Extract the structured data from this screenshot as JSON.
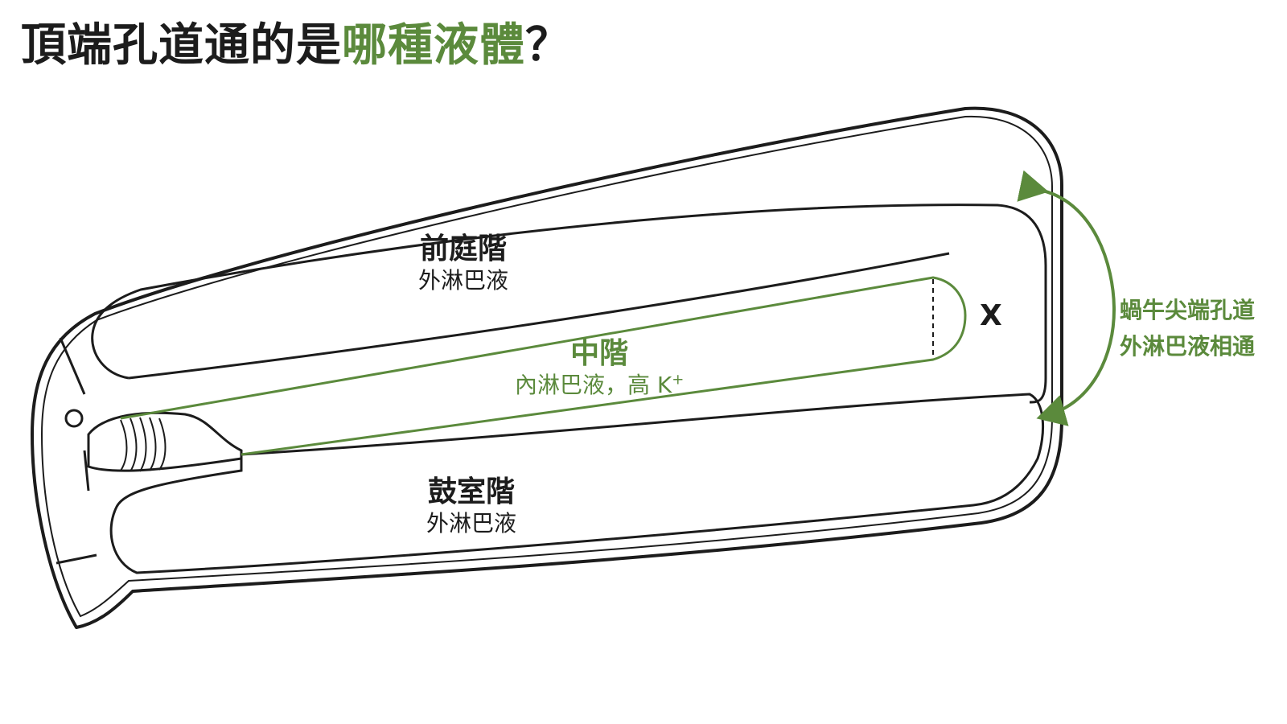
{
  "title": {
    "main": "頂端孔道通的是",
    "highlight": "哪種液體",
    "end": "？"
  },
  "scala_vestibuli": {
    "name": "前庭階",
    "fluid": "外淋巴液"
  },
  "scala_media": {
    "name": "中階",
    "fluid": "內淋巴液，高 K",
    "sup": "+"
  },
  "scala_tympani": {
    "name": "鼓室階",
    "fluid": "外淋巴液"
  },
  "blocked_mark": "X",
  "helicotrema_note": {
    "line1": "蝸牛尖端孔道",
    "line2": "外淋巴液相通"
  },
  "colors": {
    "accent": "#5b8a3c",
    "outline": "#1c1c1c",
    "background": "#ffffff"
  }
}
